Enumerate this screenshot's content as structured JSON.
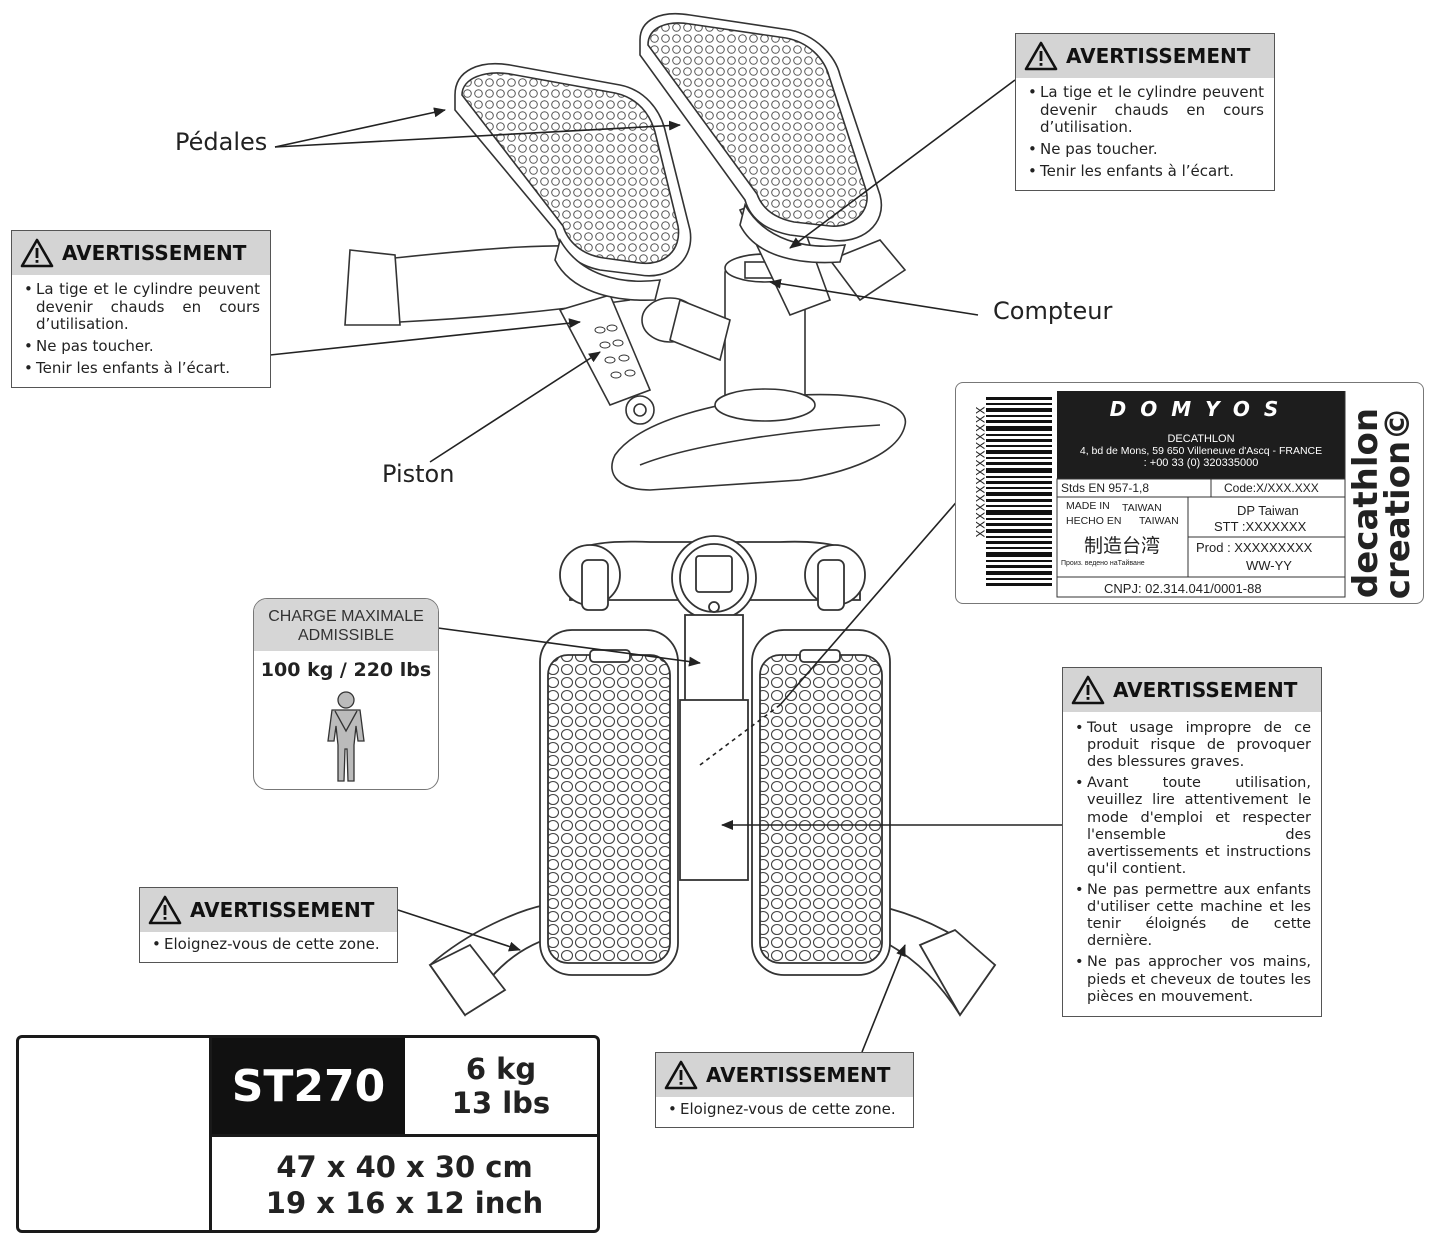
{
  "callouts": {
    "pedales": "Pédales",
    "compteur": "Compteur",
    "piston": "Piston"
  },
  "warnings": {
    "heading": "AVERTISSEMENT",
    "hot_rod_lines": [
      "La tige et le cylindre peuvent devenir chauds en cours d’utilisation.",
      "Ne pas toucher.",
      "Tenir les enfants à l’écart."
    ],
    "zone_line": "Eloignez-vous de cette zone.",
    "usage_lines": [
      "Tout usage impropre de ce produit risque de provoquer des blessures graves.",
      "Avant toute utilisation, veuillez lire attentivement le mode d'emploi et respecter l'ensemble des avertissements et instructions qu'il contient.",
      "Ne pas permettre aux enfants d'utiliser cette machine et les tenir éloignés de cette dernière.",
      "Ne pas approcher vos mains, pieds et cheveux de toutes les pièces en mouvement."
    ]
  },
  "product_label": {
    "barcode_text": "XXXXXXXXXXXXXXX",
    "brand": "DOMYOS",
    "company": "DECATHLON",
    "address": "4, bd de Mons, 59 650 Villeneuve d'Ascq - FRANCE",
    "phone": ": +00 33 (0) 320335000",
    "stds": "Stds EN 957-1,8",
    "code": "Code:X/XXX.XXX",
    "made_in": "MADE IN",
    "made_in_country": "TAIWAN",
    "hecho_en": "HECHO EN",
    "hecho_en_country": "TAIWAN",
    "chinese": "制造台湾",
    "russian": "Произ. ведено наТайване",
    "dp": "DP Taiwan",
    "stt": "STT :XXXXXXX",
    "prod": "Prod : XXXXXXXXX",
    "ww": "WW-YY",
    "cnpj": "CNPJ: 02.314.041/0001-88",
    "side_brand_1": "decathlon",
    "side_brand_2": "creation©"
  },
  "charge": {
    "title_1": "CHARGE MAXIMALE",
    "title_2": "ADMISSIBLE",
    "value": "100 kg / 220 lbs"
  },
  "spec": {
    "model": "ST270",
    "weight_kg": "6 kg",
    "weight_lbs": "13 lbs",
    "dims_cm": "47 x 40 x 30 cm",
    "dims_inch": "19 x 16 x 12 inch"
  }
}
